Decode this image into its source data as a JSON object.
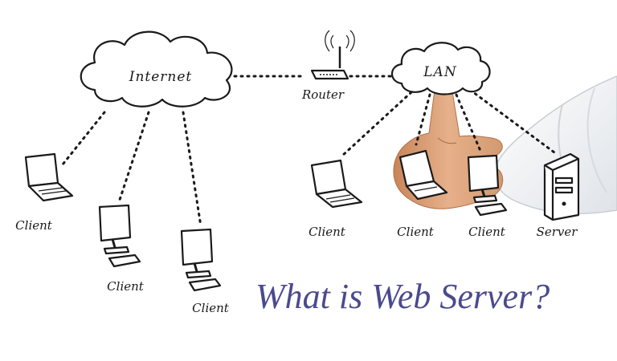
{
  "diagram": {
    "internet_label": "Internet",
    "lan_label": "LAN",
    "router_label": "Router",
    "client_label_1": "Client",
    "client_label_2": "Client",
    "client_label_3": "Client",
    "client_label_4": "Client",
    "client_label_5": "Client",
    "client_label_6": "Client",
    "server_label": "Server"
  },
  "title": "What is Web Server?",
  "colors": {
    "title": "#4a4a8e",
    "ink": "#1a1a1a",
    "sleeve": "#f4f6f8",
    "skin": "#e0a57a"
  },
  "icons": [
    "cloud-icon",
    "router-icon",
    "laptop-icon",
    "desktop-monitor-icon",
    "server-tower-icon",
    "hand-illustration"
  ]
}
